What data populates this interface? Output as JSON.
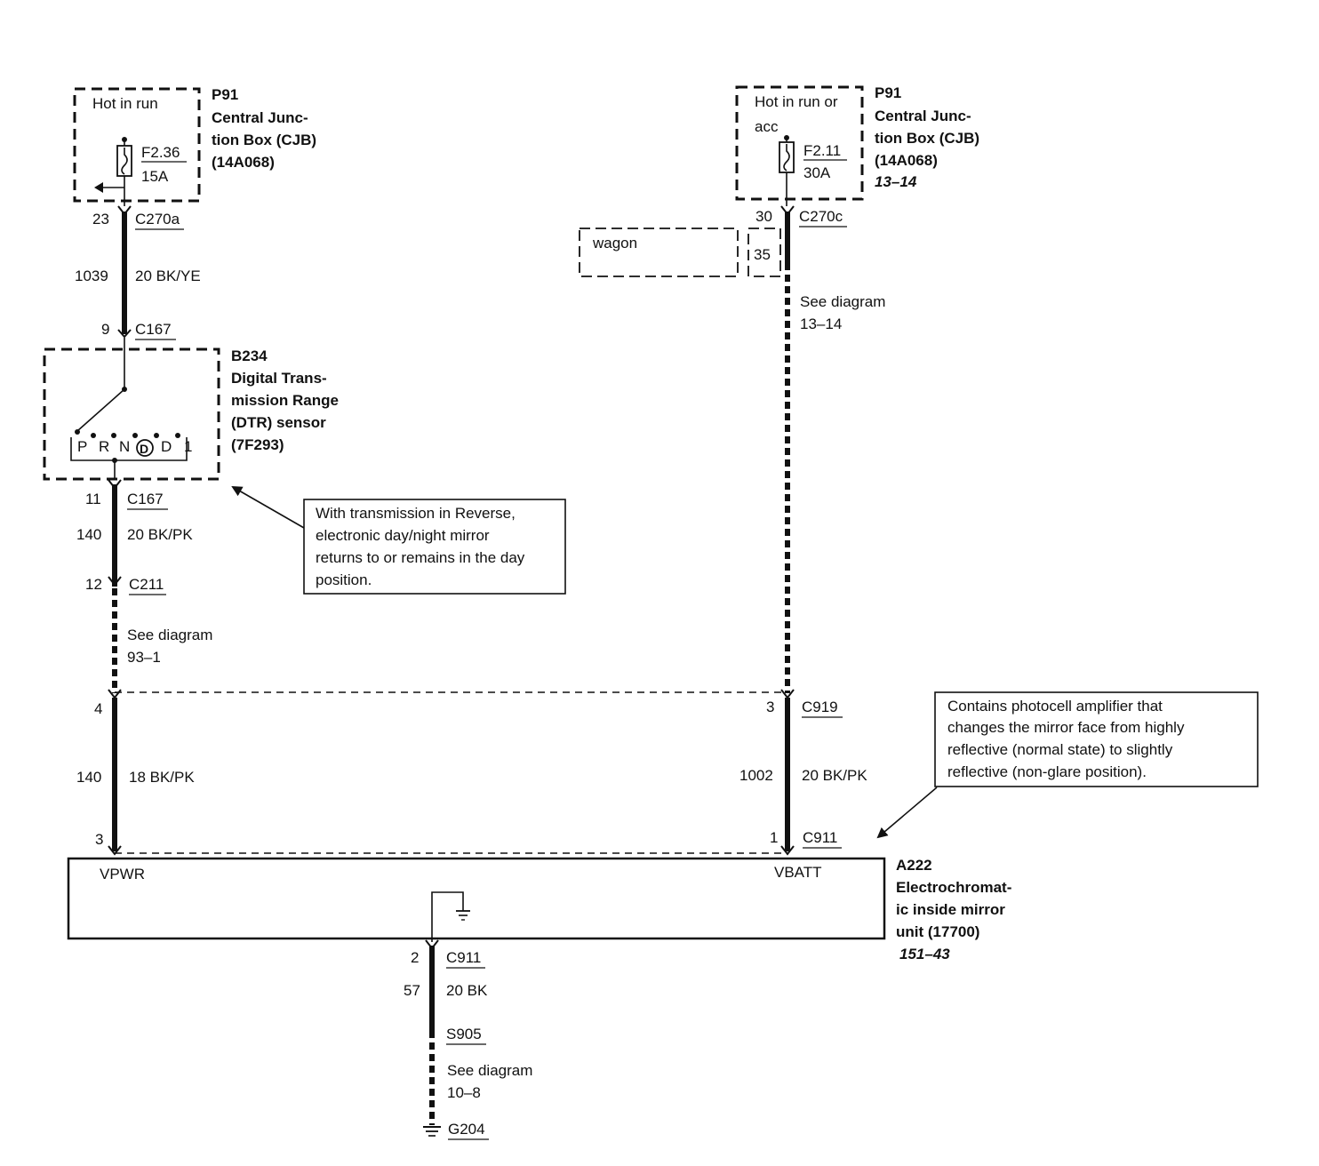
{
  "left_power": {
    "condition": "Hot in run",
    "id": "P91",
    "name_lines": [
      "Central Junc-",
      "tion Box (CJB)",
      "(14A068)"
    ],
    "fuse": "F2.36",
    "amps": "15A"
  },
  "right_power": {
    "condition_lines": [
      "Hot in run or",
      "acc"
    ],
    "id": "P91",
    "name_lines": [
      "Central Junc-",
      "tion Box (CJB)",
      "(14A068)"
    ],
    "ref": "13–14",
    "fuse": "F2.11",
    "amps": "30A"
  },
  "left_circuit": {
    "c270a_pin": "23",
    "c270a": "C270a",
    "wire1_num": "1039",
    "wire1_spec": "20 BK/YE",
    "c167_top_pin": "9",
    "c167_top": "C167",
    "c167_bot_pin": "11",
    "c167_bot": "C167",
    "wire2_num": "140",
    "wire2_spec": "20 BK/PK",
    "c211_pin": "12",
    "c211": "C211",
    "see_lines": [
      "See diagram",
      "93–1"
    ],
    "c919_pin": "4",
    "wire3_num": "140",
    "wire3_spec": "18 BK/PK",
    "c911_pin": "3"
  },
  "sensor": {
    "id": "B234",
    "name_lines": [
      "Digital Trans-",
      "mission Range",
      "(DTR) sensor",
      "(7F293)"
    ],
    "positions": [
      "P",
      "R",
      "N",
      "D",
      "D",
      "1"
    ]
  },
  "right_circuit": {
    "c270c_pin": "30",
    "c270c": "C270c",
    "wagon": "wagon",
    "wagon_pin": "35",
    "see_lines": [
      "See diagram",
      "13–14"
    ],
    "c919_pin": "3",
    "c919": "C919",
    "wire_num": "1002",
    "wire_spec": "20 BK/PK",
    "c911_pin": "1",
    "c911": "C911"
  },
  "mirror": {
    "vpwr": "VPWR",
    "vbatt": "VBATT",
    "id": "A222",
    "name_lines": [
      "Electrochromat-",
      "ic inside mirror",
      "unit (17700)"
    ],
    "ref": "151–43"
  },
  "ground_circuit": {
    "c911_pin": "2",
    "c911": "C911",
    "wire_num": "57",
    "wire_spec": "20 BK",
    "splice": "S905",
    "see_lines": [
      "See diagram",
      "10–8"
    ],
    "ground": "G204"
  },
  "notes": {
    "reverse_lines": [
      "With transmission in Reverse,",
      "electronic day/night mirror",
      "returns to or remains in the day",
      "position."
    ],
    "photocell_lines": [
      "Contains photocell amplifier that",
      "changes the mirror face from highly",
      "reflective (normal state) to slightly",
      "reflective (non-glare position)."
    ]
  }
}
